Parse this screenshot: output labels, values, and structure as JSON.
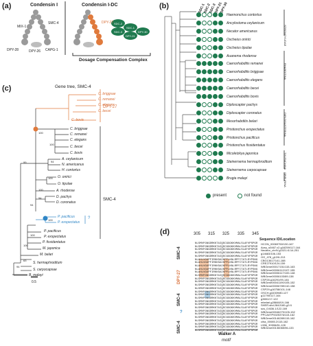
{
  "panel_a": {
    "label": "(a)",
    "condensin1_title": "Condensin I",
    "condensin_dc_title": "Condensin I-DC",
    "subunits_left": [
      "MIX-1",
      "SMC-4",
      "DPY-28",
      "DPY-26",
      "CAPG-1"
    ],
    "dpy27": "DPY-27",
    "dcc_nodes": [
      "SDC-2",
      "SDC-3",
      "SDC-1",
      "DPY-21",
      "DPY-30"
    ],
    "dcc_title": "Dosage Compensation Complex"
  },
  "panel_b": {
    "label": "(b)",
    "columns": [
      "SDC-1",
      "SDC-2",
      "SDC-3",
      "DPY-21",
      "DPY-30"
    ],
    "species": [
      {
        "name": "Haemonchus contortus",
        "dots": [
          1,
          0,
          0,
          1,
          1
        ]
      },
      {
        "name": "Ancylostoma ceylanicum",
        "dots": [
          1,
          0,
          0,
          1,
          1
        ]
      },
      {
        "name": "Necator americanus",
        "dots": [
          1,
          0,
          0,
          1,
          1
        ]
      },
      {
        "name": "Oscheius onirici",
        "dots": [
          1,
          0,
          0,
          1,
          1
        ]
      },
      {
        "name": "Oscheius tipulae",
        "dots": [
          1,
          0,
          0,
          1,
          1
        ]
      },
      {
        "name": "Auanema rhodense",
        "dots": [
          1,
          0,
          0,
          1,
          1
        ]
      },
      {
        "name": "Caenorhabditis remanei",
        "dots": [
          1,
          1,
          1,
          1,
          1
        ]
      },
      {
        "name": "Caenorhabditis briggsae",
        "dots": [
          1,
          1,
          1,
          1,
          1
        ]
      },
      {
        "name": "Caenorhabditis elegans",
        "dots": [
          1,
          1,
          1,
          1,
          1
        ]
      },
      {
        "name": "Caenorhabditis becei",
        "dots": [
          1,
          1,
          1,
          1,
          1
        ]
      },
      {
        "name": "Caenorhabditis bovis",
        "dots": [
          1,
          1,
          1,
          1,
          1
        ]
      },
      {
        "name": "Diploscapter pachys",
        "dots": [
          1,
          0,
          0,
          1,
          1
        ]
      },
      {
        "name": "Diploscapter coronatus",
        "dots": [
          1,
          0,
          0,
          1,
          1
        ]
      },
      {
        "name": "Mesorhabditis belari",
        "dots": [
          1,
          0,
          0,
          1,
          1
        ]
      },
      {
        "name": "Pristionchus exspectatus",
        "dots": [
          1,
          0,
          0,
          1,
          1
        ]
      },
      {
        "name": "Pristionchus pacificus",
        "dots": [
          1,
          0,
          0,
          1,
          1
        ]
      },
      {
        "name": "Pristionchus fissidentatus",
        "dots": [
          1,
          0,
          0,
          1,
          1
        ]
      },
      {
        "name": "Micoletzkya japonica",
        "dots": [
          1,
          0,
          0,
          1,
          1
        ]
      },
      {
        "name": "Steinernema hermaphroditum",
        "dots": [
          1,
          0,
          0,
          1,
          1
        ]
      },
      {
        "name": "Steinernema carpocapsae",
        "dots": [
          1,
          0,
          0,
          1,
          1
        ]
      },
      {
        "name": "Brugia malayi",
        "dots": [
          1,
          0,
          0,
          0,
          1
        ]
      }
    ],
    "clades": [
      "STRONGYLIDAE",
      "RHABDITINA",
      "DIPLOGASTERINA",
      "TYLENCHINA",
      "SPIRURINA"
    ],
    "legend_present": "present",
    "legend_not_found": "not found"
  },
  "panel_c": {
    "label": "(c)",
    "title": "Gene tree, SMC-4",
    "dpy27_group": [
      "C. briggsae",
      "C. remanei",
      "C. elegans",
      "C. becei",
      "C. bovis"
    ],
    "dpy27_label": "DPY-27",
    "smc4_taxa": [
      "C. briggsae",
      "C. remanei",
      "C. elegans",
      "C. becei",
      "C. bovis",
      "A. ceylanicum",
      "N. americanus",
      "H. contortus",
      "O. onirici",
      "O. tipulae",
      "A. rhodense",
      "D. pachys",
      "D. coronatus"
    ],
    "pristionchus_blue": [
      "P. pacificus",
      "P. exspectatus"
    ],
    "question": "?",
    "smc4_label": "SMC-4",
    "smc4_tail": [
      "P. pacificus",
      "P. exspectatus",
      "P. fissidentatus",
      "M. japonica",
      "M. belari",
      "S. hermaphroditum",
      "S. carpocapsae",
      "B. malayi"
    ],
    "bootstrap": [
      "100",
      "100",
      "94",
      "99",
      "100",
      "100",
      "94",
      "94",
      "100",
      "100",
      "100",
      "63",
      "94"
    ],
    "scale": "0.5"
  },
  "panel_d": {
    "label": "(d)",
    "positions": [
      "305",
      "315",
      "325",
      "335",
      "345"
    ],
    "seq_header": "Sequence ID/Location",
    "group_labels": [
      "SMC-4",
      "DPY-27",
      "SMC-4",
      "?",
      "SMC-4"
    ],
    "sequences": [
      "NLSMVFGNGDRKKTAIQSCGGGKKVMALSLAFVPSPGR",
      "NLSMVFGNGDRKKTAIQSCGGGKKVMALSLAFVPSPGR",
      "NLSMVFGNGDRKKTAIQSCGGGKKVMALSLAFVPSPGR",
      "NLSMVFGNGDRKKTAIQSCGGGKKVMALSLAFVPSPGR",
      "NLSMVFGNGDRKKTAIQSCGGGKKVMALSLAFVPSPGR",
      "NLAHLVGGPFIRKKSAIKPFLKNLRPFITATLRYPSNG",
      "NLAHLVGGPFIRKKSAIKPFLKNLRPFITATLRYPSNG",
      "NLAHLVGGPFIRKKSAIKPFLKNLRPFITATLRYPSNG",
      "NLAHLVGGPFIRKKSAIKPFLKNLRPFITATLRYPSNG",
      "NLAHLVGGPFIRKKSAIKPFLKNLRPFITATLRYPSNG",
      "NLSMVFGNGDRKKTAIQSCGGGKKVMALSLAFVPSPGR",
      "NLSMVFGNGDRKKTAIQSCGGGKKVMALSLAFVPSPGR",
      "NLSMVFGNGDRKKTAIQSCGGGKKVMALSLAFVPSPGR",
      "NLSMVFGNGDRKKTAIQSCGGGKKVMALSLAFVPSPGR",
      "NLSMVFGNGDRKKTAIQSCGGGKKVMALSLAFVPSPGR",
      "NLSMVFGNGDRKKTAIQSCGGGKKVMALSLAFVPSPGR",
      "NLSMVFGNGDRKKTAIQSCGGGKKVMALSLAFVPSPGR",
      "NLSMVFGNGDRKKTAIQSCGGGKKVMALSLAFVPSPGR",
      "NLSMVFGNGDRKKTAIQSCGGGKKVMALSLAFVPSPGR",
      "NLSMVFGNGDRKKTAIQSCGGGKKVMALSLAFVPSPGR",
      "NLSMVFGNGDRKKTAIQSCGGGKKVMALSLAFVPSPGR",
      "NLSMVFGNGDRKKTAIQSCGGGKKVMALSLAFVPSPGR",
      "NLSMVFGNGDRKKTAIQSCGGGKKVMALSLAFVPSPGR",
      "NLSMVFGNGDRKKTAIQSCGGGKKVMALSLAFVPSPGR",
      "NLSMVFGNGDRKKTAIQSCGGGKKVMALSLAFVPSPGR",
      "NLSMVFGNGDRKKTAIQSCGGGKKVMALSLAFVPSPGR",
      "NLSMVFGNGDRKKTAIQSCGGGKKVMALSLAFVPSPGR",
      "NLSMVFGNGDRKKTAIQSCGGGKKVMALSLAFVPSPGR"
    ],
    "seq_ids": [
      "HCON_00069750/130-167",
      "Acey_s0467.v2.g16259/117-164",
      "Necator_chrIV.g1021.t1/14-251",
      "g14683/106-153",
      "OG_478_g12/6-213",
      "CBG13617/141-188",
      "CRE27910/124-159",
      "WBGene00017151/115-163",
      "WBGene00006112/107-155",
      "WBGene00006117/100-148",
      "WBGene00006103/89-138",
      "CSP28.g16291/99-146",
      "WBGene00041190/105-152",
      "WBGene00006789/110-158",
      "CSP29.g16758/101-148",
      "OSCH.g44309/80-127",
      "g11790/117-164",
      "g3651/17-122",
      "mbelari.g28848/19-166",
      "SHER.sbd.2842180.g2.t1",
      "scs_0.l636.1/122-169",
      "WBGene00046270/105-152",
      "PPCA0TP0025376/115-162",
      "WBGene00146289/115-162",
      "ciha_00085.2/115-162",
      "L556_30906/81-128",
      "WBGene00136065/96-133",
      ""
    ],
    "walker_a": "Walker A",
    "motif": "motif"
  }
}
